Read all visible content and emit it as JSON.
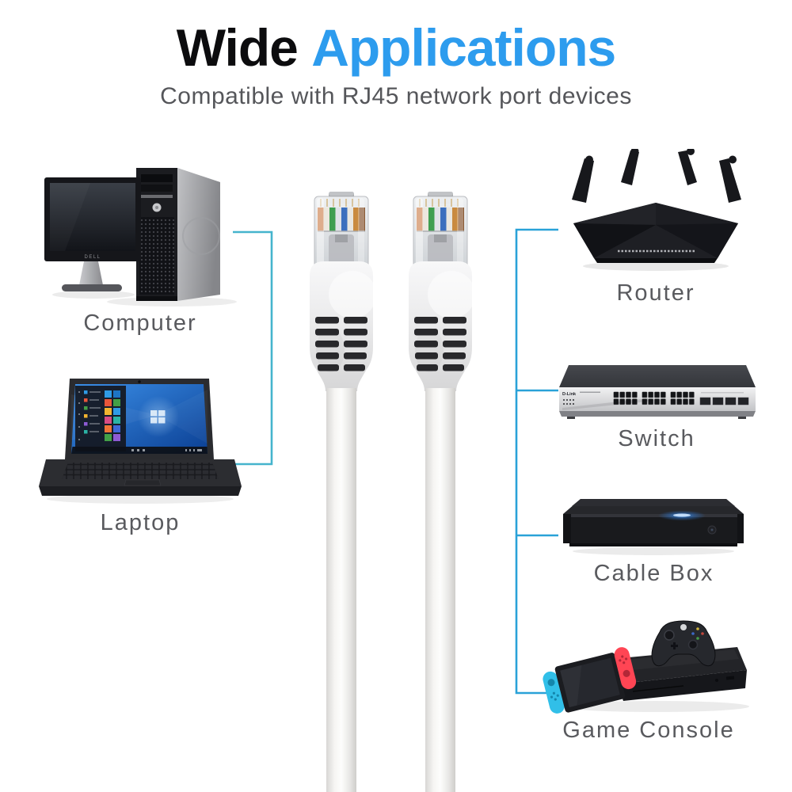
{
  "header": {
    "title_black": "Wide",
    "title_blue": "Applications",
    "subtitle": "Compatible with RJ45 network port devices"
  },
  "colors": {
    "accent_blue": "#2d9cee",
    "left_line": "#45b4cd",
    "right_line": "#2aa2d8",
    "label_gray": "#595a5e"
  },
  "devices": {
    "left": [
      {
        "id": "computer",
        "label": "Computer"
      },
      {
        "id": "laptop",
        "label": "Laptop"
      }
    ],
    "right": [
      {
        "id": "router",
        "label": "Router"
      },
      {
        "id": "switch",
        "label": "Switch"
      },
      {
        "id": "cable-box",
        "label": "Cable Box"
      },
      {
        "id": "game-console",
        "label": "Game Console"
      }
    ]
  },
  "brands": {
    "monitor": "DELL",
    "switch": "D-Link"
  },
  "cable": {
    "connector_type": "RJ45",
    "connector_count": 2,
    "cable_color": "white"
  }
}
